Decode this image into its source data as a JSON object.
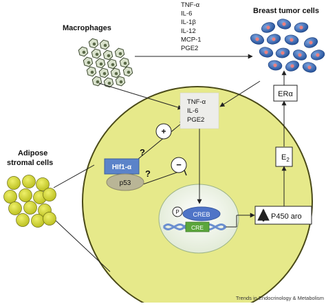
{
  "labels": {
    "macrophages": "Macrophages",
    "breast_tumor_cells": "Breast tumor cells",
    "adipose_line1": "Adipose",
    "adipose_line2": "stromal cells",
    "er_alpha": "ERα",
    "e2_base": "E",
    "e2_sub": "2",
    "p450": "P450 aro",
    "creb": "CREB",
    "cre": "CRE",
    "p": "P",
    "hif1a": "HIf1-α",
    "p53": "p53",
    "plus": "+",
    "minus": "−",
    "q1": "?",
    "q2": "?",
    "credit": "Trends in Endocrinology & Metabolism"
  },
  "top_cytokines": [
    "TNF-α",
    "IL-6",
    "IL-1β",
    "IL-12",
    "MCP-1",
    "PGE2"
  ],
  "center_cytokines": [
    "TNF-α",
    "IL-6",
    "PGE2"
  ],
  "colors": {
    "adipocyte_fill": "#e6e98a",
    "adipocyte_stroke": "#5a5a1c",
    "small_adipocyte": "#c9cc2a",
    "macrophage_fill": "#d9e2cc",
    "tumor_cell": "#2f64b3",
    "tumor_nucleus": "#e98080",
    "nucleus_fill": "#e8f0de",
    "hif_box": "#5b83c9",
    "p53_ellipse": "#b9b596",
    "creb": "#4f74c7",
    "cre": "#5ba63c",
    "dna": "#6b8fd0",
    "cytokine_box": "#ededea"
  }
}
